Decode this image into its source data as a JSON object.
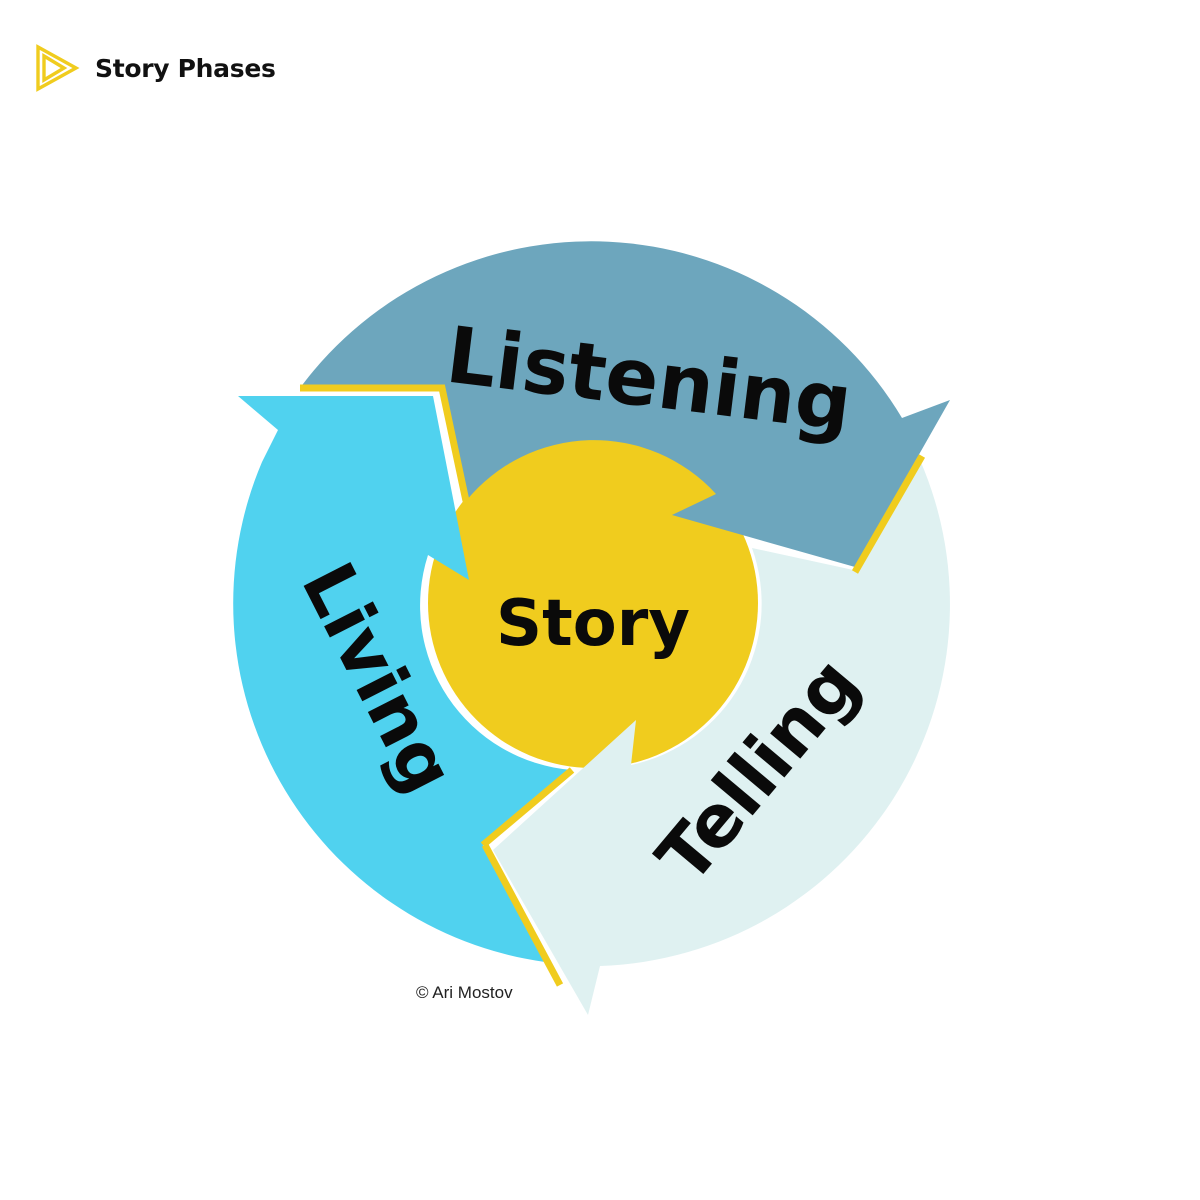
{
  "header": {
    "logo_icon": "play-triangle-icon",
    "title": "Story Phases"
  },
  "diagram": {
    "center_label": "Story",
    "phases": [
      {
        "label": "Listening",
        "color": "#6da6bd"
      },
      {
        "label": "Telling",
        "color": "#dff1f1"
      },
      {
        "label": "Living",
        "color": "#50d2ef"
      }
    ],
    "center_color": "#f0cc1e",
    "outline_color": "#f0cc1e",
    "credit": "© Ari Mostov"
  },
  "colors": {
    "accent": "#f0cc1e",
    "text": "#111111",
    "background": "#ffffff"
  }
}
